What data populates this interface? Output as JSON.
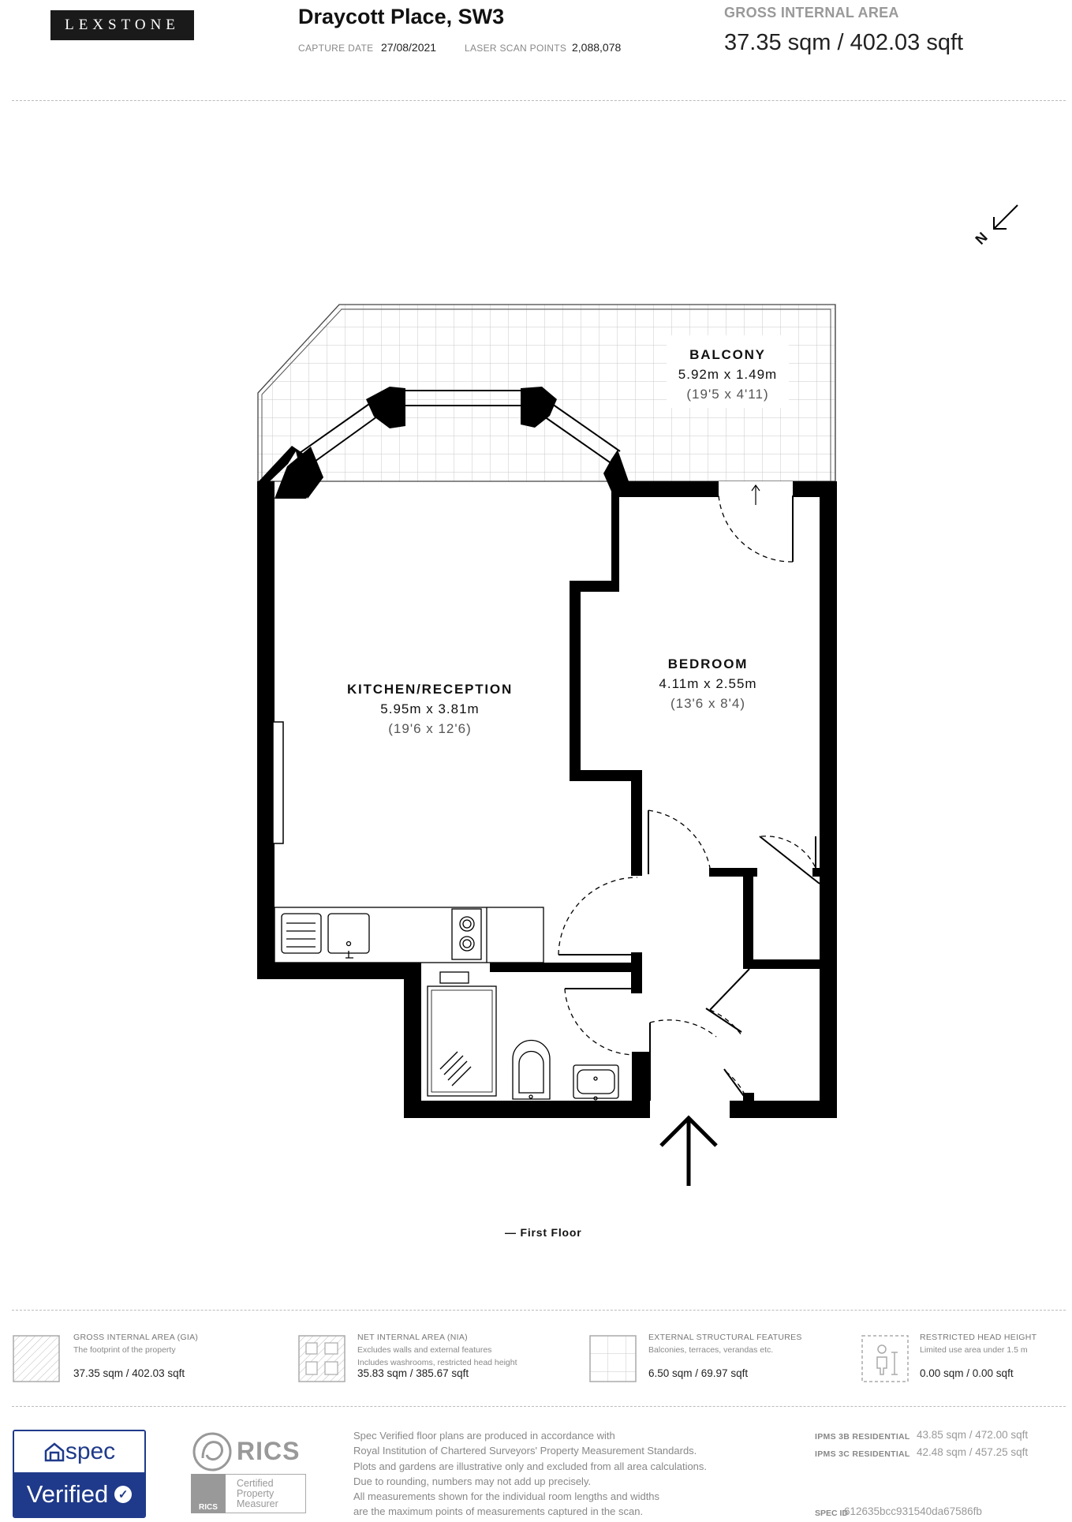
{
  "header": {
    "logo": "LEXSTONE",
    "title": "Draycott Place, SW3",
    "capture_date_label": "CAPTURE DATE",
    "capture_date": "27/08/2021",
    "scan_points_label": "LASER SCAN POINTS",
    "scan_points": "2,088,078",
    "gia_label": "GROSS INTERNAL AREA",
    "gia_value": "37.35 sqm / 402.03 sqft"
  },
  "compass": {
    "north_letter": "N"
  },
  "rooms": {
    "balcony": {
      "name": "BALCONY",
      "metric": "5.92m x 1.49m",
      "imperial": "(19'5 x 4'11)"
    },
    "kitchen": {
      "name": "KITCHEN/RECEPTION",
      "metric": "5.95m x 3.81m",
      "imperial": "(19'6 x 12'6)"
    },
    "bedroom": {
      "name": "BEDROOM",
      "metric": "4.11m x 2.55m",
      "imperial": "(13'6 x 8'4)"
    }
  },
  "floor_label": "— First Floor",
  "legend": [
    {
      "title": "GROSS INTERNAL AREA (GIA)",
      "desc": [
        "The footprint of the property"
      ],
      "value": "37.35 sqm / 402.03 sqft",
      "icon": "gia-hatch-icon"
    },
    {
      "title": "NET INTERNAL AREA (NIA)",
      "desc": [
        "Excludes walls and external features",
        "Includes washrooms, restricted head height"
      ],
      "value": "35.83 sqm / 385.67 sqft",
      "icon": "nia-pattern-icon"
    },
    {
      "title": "EXTERNAL STRUCTURAL FEATURES",
      "desc": [
        "Balconies, terraces, verandas etc."
      ],
      "value": "6.50 sqm / 69.97 sqft",
      "icon": "grid-icon"
    },
    {
      "title": "RESTRICTED HEAD HEIGHT",
      "desc": [
        "Limited use area under 1.5 m"
      ],
      "value": "0.00 sqm / 0.00 sqft",
      "icon": "head-height-icon"
    }
  ],
  "footer": {
    "spec_brand": "spec",
    "spec_verified": "Verified",
    "rics_word": "RICS",
    "rics_badge": "RICS",
    "rics_cert": [
      "Certified",
      "Property",
      "Measurer"
    ],
    "disclaimer": [
      "Spec Verified floor plans are produced in accordance with",
      "Royal Institution of Chartered Surveyors' Property Measurement Standards.",
      "Plots and gardens are illustrative only and excluded from all area calculations.",
      "Due to rounding, numbers may not add up precisely.",
      "All measurements shown for the individual room lengths and widths",
      "are the maximum points of measurements captured in the scan."
    ],
    "ipms_3b_label": "IPMS 3B RESIDENTIAL",
    "ipms_3b_value": "43.85 sqm / 472.00 sqft",
    "ipms_3c_label": "IPMS 3C RESIDENTIAL",
    "ipms_3c_value": "42.48 sqm / 457.25 sqft",
    "spec_id_label": "SPEC ID",
    "spec_id": "612635bcc931540da67586fb"
  },
  "colors": {
    "wall": "#000000",
    "spec_blue": "#1f3a8a",
    "muted_text": "#888888"
  }
}
